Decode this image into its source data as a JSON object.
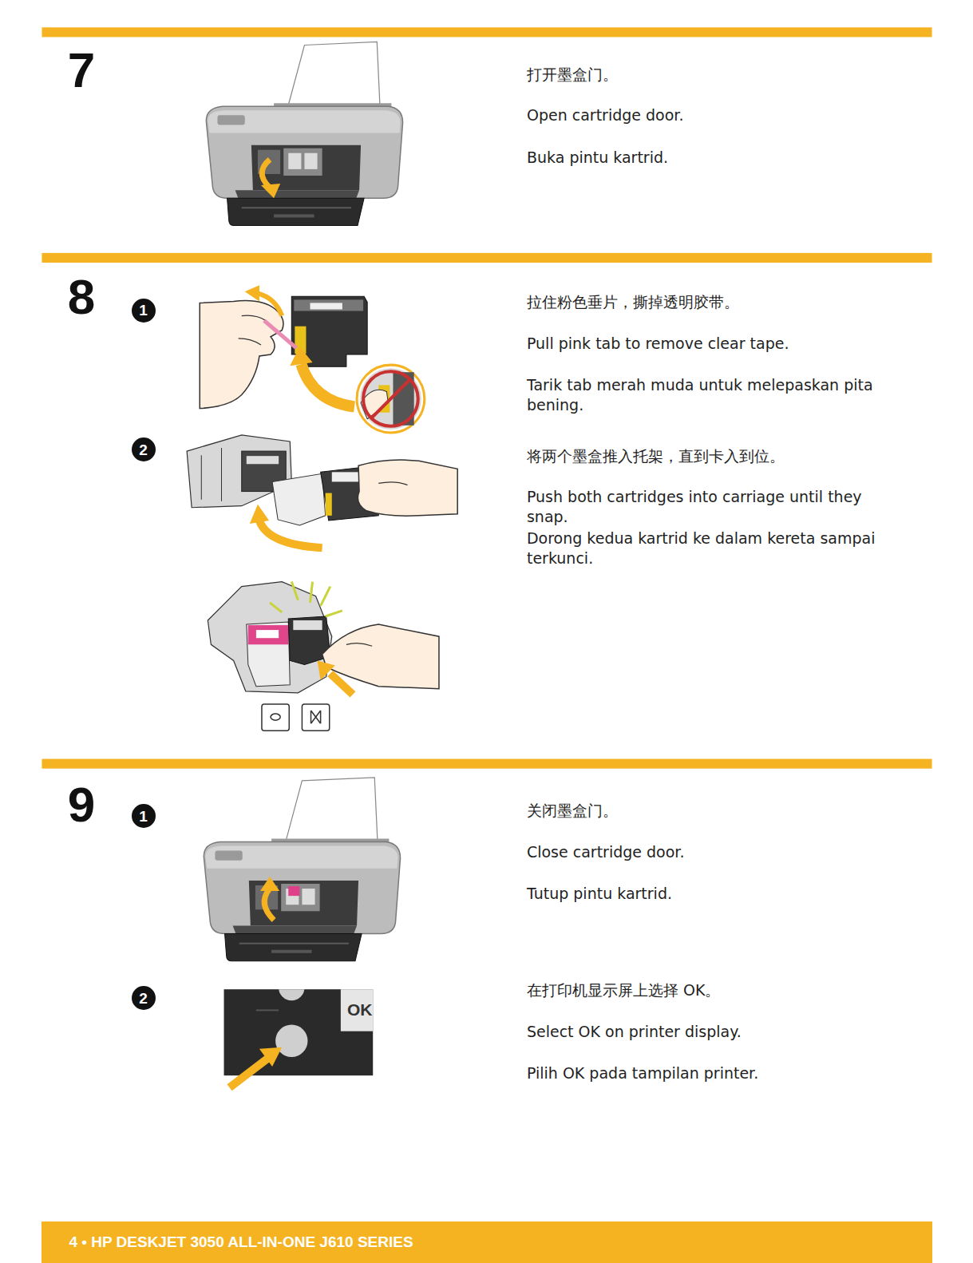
{
  "diagram": {
    "nodes": [
      {
        "text": [
          "1"
        ]
      },
      {
        "text": [
          "2"
        ]
      },
      {
        "text": [
          "1"
        ]
      },
      {
        "text": [
          "2"
        ]
      },
      {
        "text": [
          "4 • HP DESKJET 3050 ALL-IN-ONE J610 SERIES"
        ]
      }
    ],
    "labels": [
      "7",
      "打开墨盒门。",
      "Open cartridge door.",
      "Buka pintu kartrid.",
      "8",
      "拉住粉色垂片，撕掉透明胶带。",
      "Pull pink tab to remove clear tape.",
      "Tarik tab merah muda untuk melepaskan pita bening.",
      "将两个墨盒推入托架，直到卡入到位。",
      "Push both cartridges into carriage until they snap.",
      "Dorong kedua kartrid ke dalam kereta sampai terkunci.",
      "9",
      "关闭墨盒门。",
      "Close cartridge door.",
      "Tutup pintu kartrid.",
      "在打印机显示屏上选择 OK。",
      "Select OK on printer display.",
      "Pilih OK pada tampilan printer.",
      "OK"
    ]
  }
}
